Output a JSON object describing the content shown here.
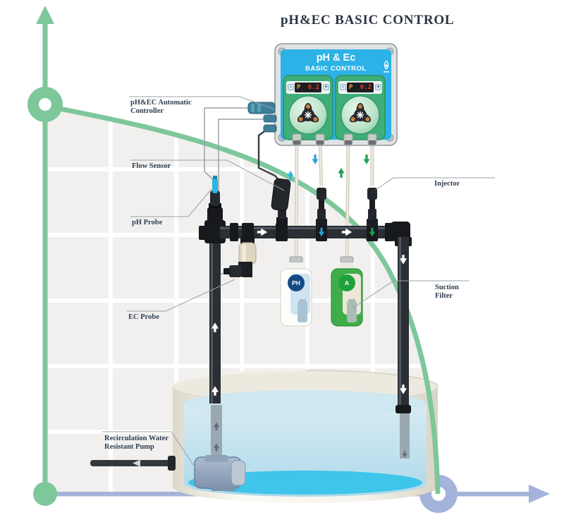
{
  "title": "pH&EC BASIC CONTROL",
  "controller": {
    "name": "pH & Ec",
    "subtitle": "BASIC CONTROL",
    "logo_icon": "water-drop-logo",
    "pumps": [
      {
        "display_mode": "P",
        "display_value": "6.2",
        "minus_label": "-",
        "plus_label": "+"
      },
      {
        "display_mode": "P",
        "display_value": "6.2",
        "minus_label": "-",
        "plus_label": "+"
      }
    ]
  },
  "labels": {
    "automatic_controller": {
      "line1": "pH&EC Automatic",
      "line2": "Controller"
    },
    "flow_sensor": "Flow Sensor",
    "ph_probe": "pH Probe",
    "ec_probe": "EC Probe",
    "injector": "Injector",
    "suction_filter": {
      "line1": "Suction",
      "line2": "Filter"
    },
    "recirculation_pump": {
      "line1": "Recirculation Water",
      "line2": "Resistant Pump"
    }
  },
  "bottles": [
    {
      "badge": "PH",
      "badge_color": "#164a85",
      "body_color": "#ffffff",
      "panel_color": "#cfe4f0"
    },
    {
      "badge": "A",
      "badge_color": "#1ea33c",
      "body_color": "#3fae49",
      "panel_color": "#ece7d8"
    }
  ],
  "colors": {
    "axis_green": "#7dc79b",
    "axis_blue": "#a3b3da",
    "grid_cell": "#f1f0ee",
    "controller_blue": "#2cb2e6",
    "pump_green": "#3fae79",
    "pipe_dark": "#2b2f34",
    "fitting_black": "#17191d",
    "tube_beige": "#d8d2c5",
    "water_blue": "#bfe2ee",
    "water_bottom": "#3ec5e9",
    "tank_wall": "#efece1",
    "display_red": "#e8392b",
    "display_amber": "#e8a020",
    "arrow_flow_white": "#ffffff",
    "arrow_ph_blue": "#2d9fd8",
    "arrow_ec_green": "#1fa057",
    "probe_tip_blue": "#2ab5e2",
    "label_text": "#2f3e52"
  }
}
